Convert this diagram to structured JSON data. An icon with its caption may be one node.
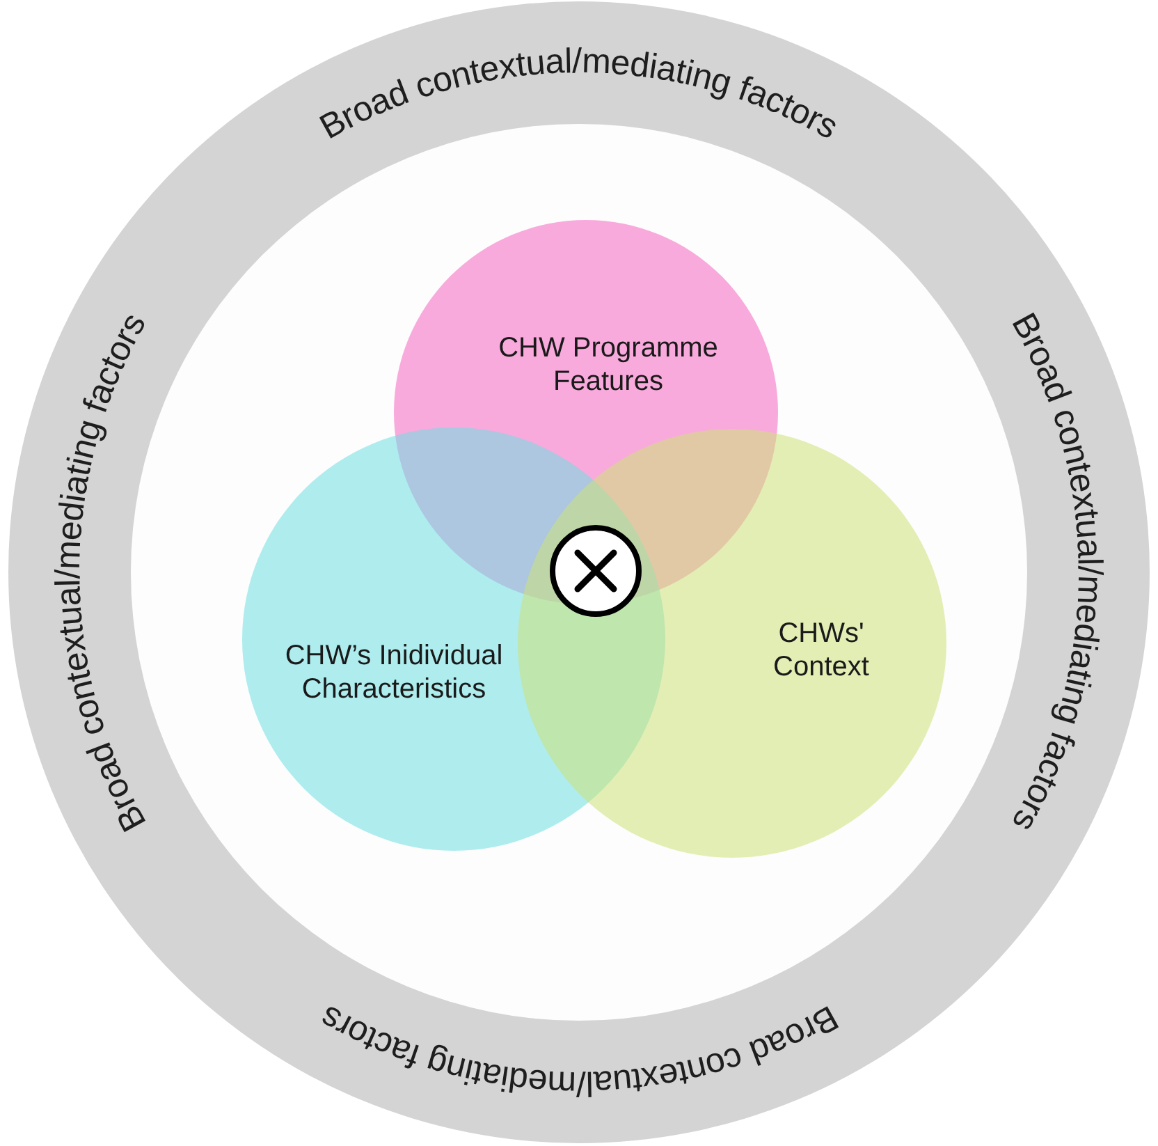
{
  "diagram": {
    "nodes": [
      {
        "text": [
          "Broad contextual/mediating factors",
          "Broad contextual/mediating factors",
          "Broad contextual/mediating factors",
          "Broad contextual/mediating factors"
        ]
      },
      {
        "text": [
          "CHW Programme Features"
        ],
        "in": 0
      },
      {
        "text": [
          "CHW’s Inidividual Characteristics"
        ],
        "in": 0
      },
      {
        "text": [
          "CHWs' Context"
        ],
        "in": 0
      }
    ]
  }
}
